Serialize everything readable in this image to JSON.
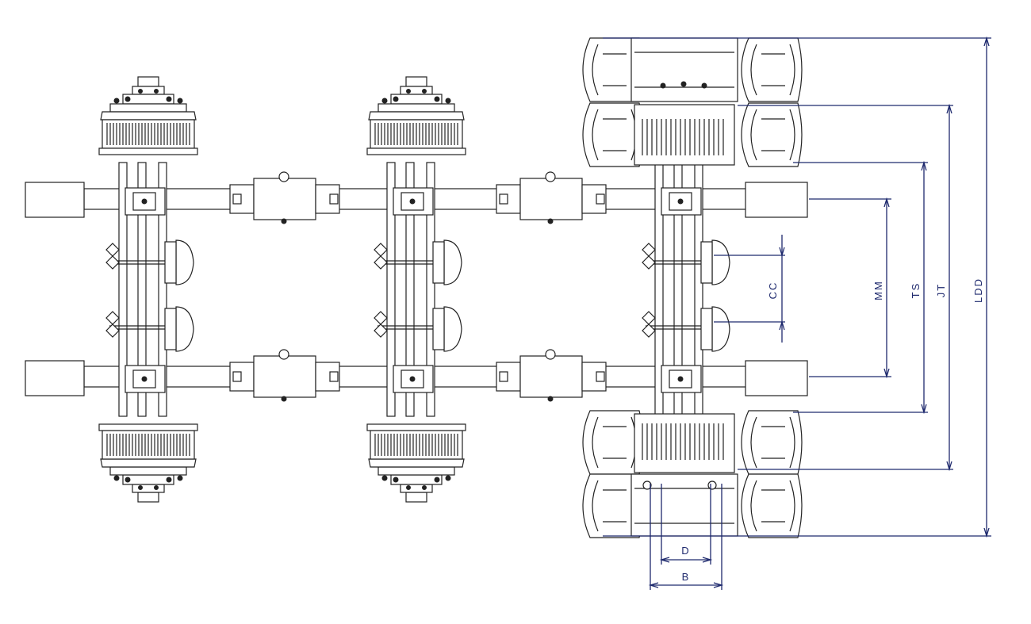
{
  "dimensions": {
    "cc": "CC",
    "mm": "MM",
    "ts": "TS",
    "jt": "JT",
    "ldd": "LDD",
    "d": "D",
    "b": "B"
  },
  "colors": {
    "line": "#222222",
    "dimension": "#1f2a6e"
  }
}
